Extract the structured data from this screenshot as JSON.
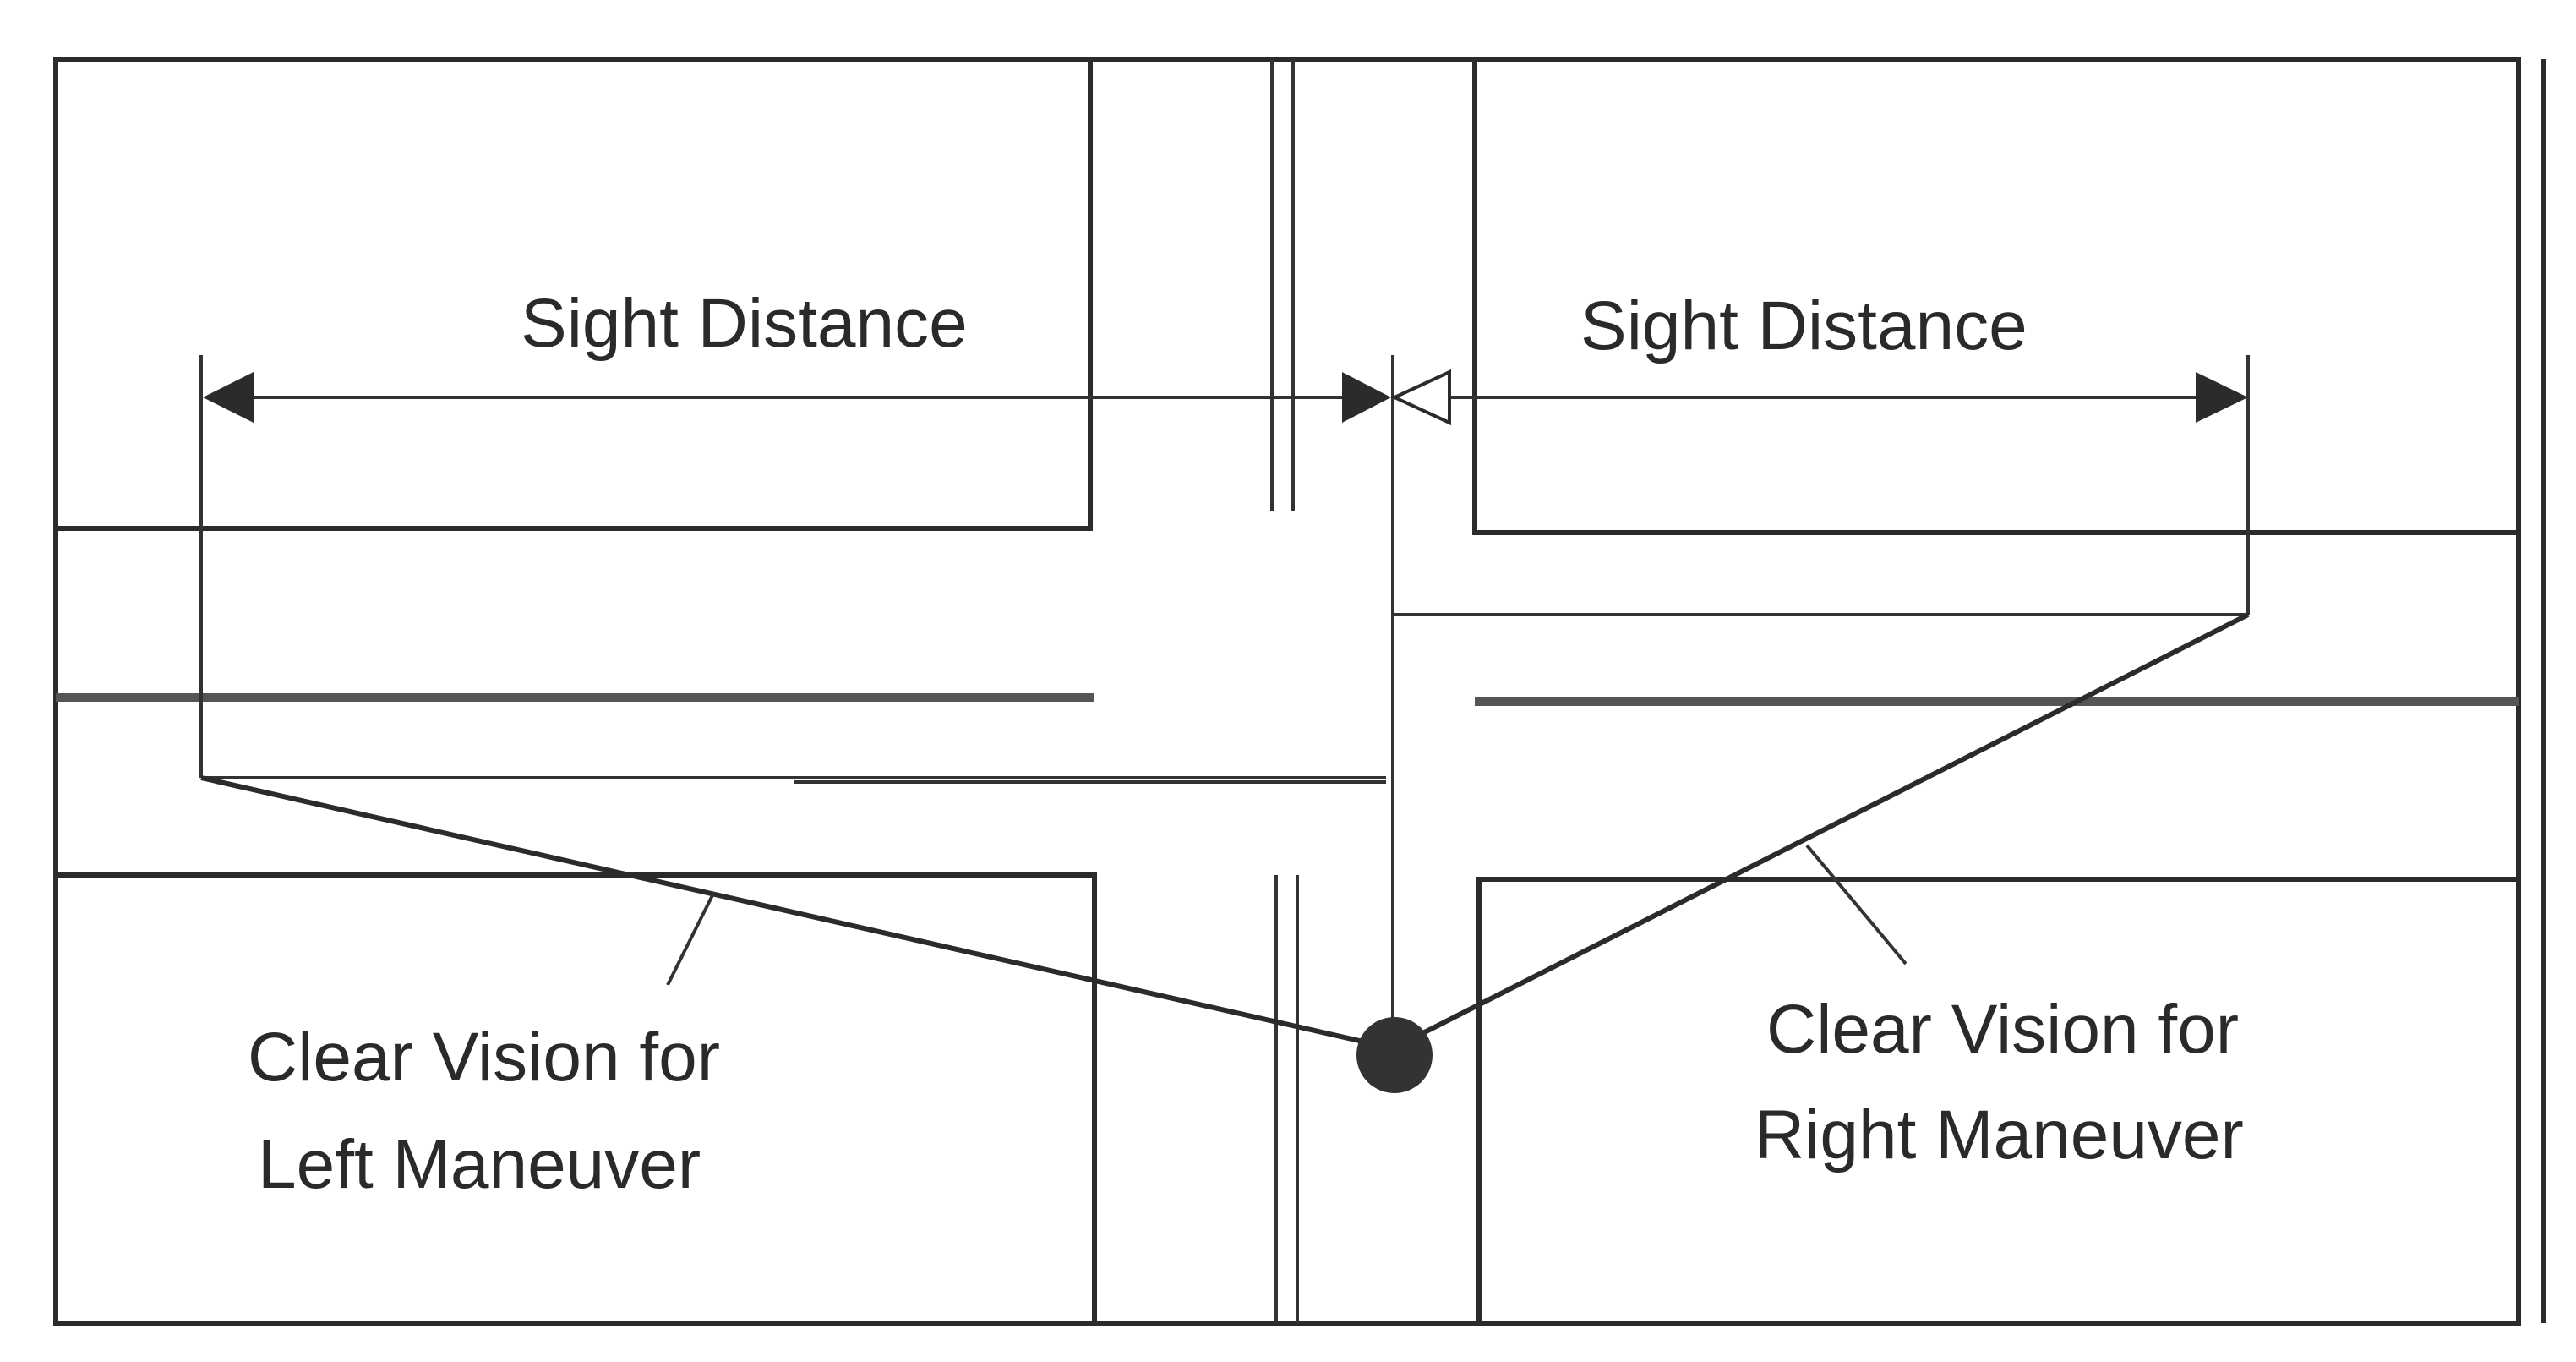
{
  "labels": {
    "sight_distance_left": "Sight Distance",
    "sight_distance_right": "Sight Distance",
    "clear_vision_left_line1": "Clear Vision for",
    "clear_vision_left_line2": "Left Maneuver",
    "clear_vision_right_line1": "Clear Vision for",
    "clear_vision_right_line2": "Right Maneuver"
  },
  "colors": {
    "line": "#2b2b2b",
    "text": "#2a2a2a",
    "vehicle": "#333333"
  }
}
